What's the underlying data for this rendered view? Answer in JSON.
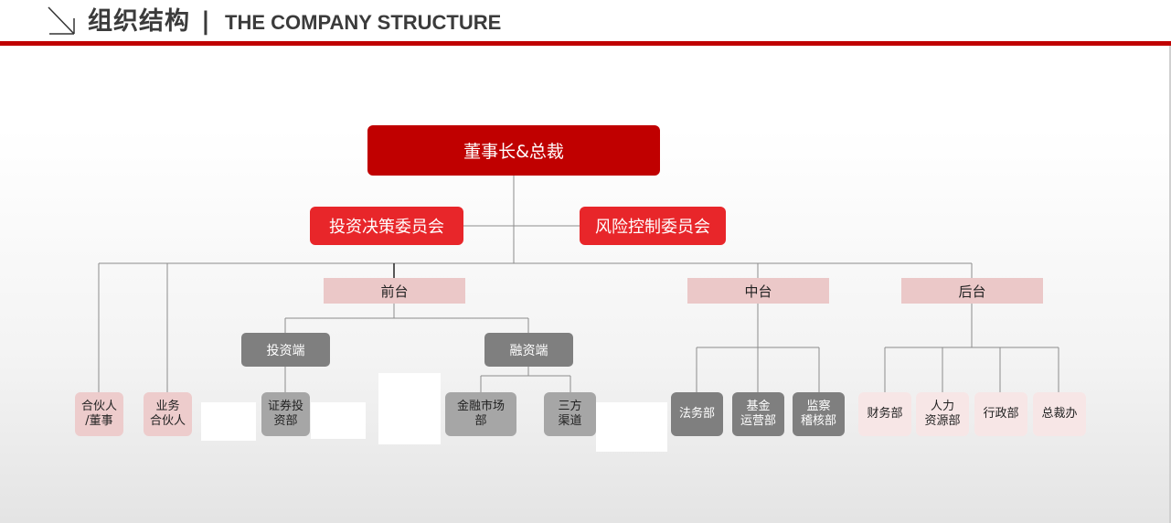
{
  "header": {
    "title_cn": "组织结构",
    "separator": "|",
    "title_en": "THE COMPANY  STRUCTURE"
  },
  "chairman": "董事长&总裁",
  "committees": {
    "investment": "投资决策委员会",
    "risk": "风险控制委员会"
  },
  "platforms": {
    "front": "前台",
    "middle": "中台",
    "back": "后台"
  },
  "subgroups": {
    "investment_side": "投资端",
    "financing_side": "融资端"
  },
  "leaves": {
    "partner_director": "合伙人\n/董事",
    "business_partner": "业务\n合伙人",
    "securities_dept": "证券投\n资部",
    "fin_market_dept": "金融市场\n部",
    "third_party": "三方\n渠道",
    "legal_dept": "法务部",
    "fund_ops_dept": "基金\n运营部",
    "audit_dept": "监察\n稽核部",
    "finance_dept": "财务部",
    "hr_dept": "人力\n资源部",
    "admin_dept": "行政部",
    "ceo_office": "总裁办"
  },
  "colors": {
    "brand_red": "#c00000",
    "committee_red": "#e8262a",
    "platform_pink": "#ebc8c8",
    "group_gray": "#7f7f7f"
  }
}
